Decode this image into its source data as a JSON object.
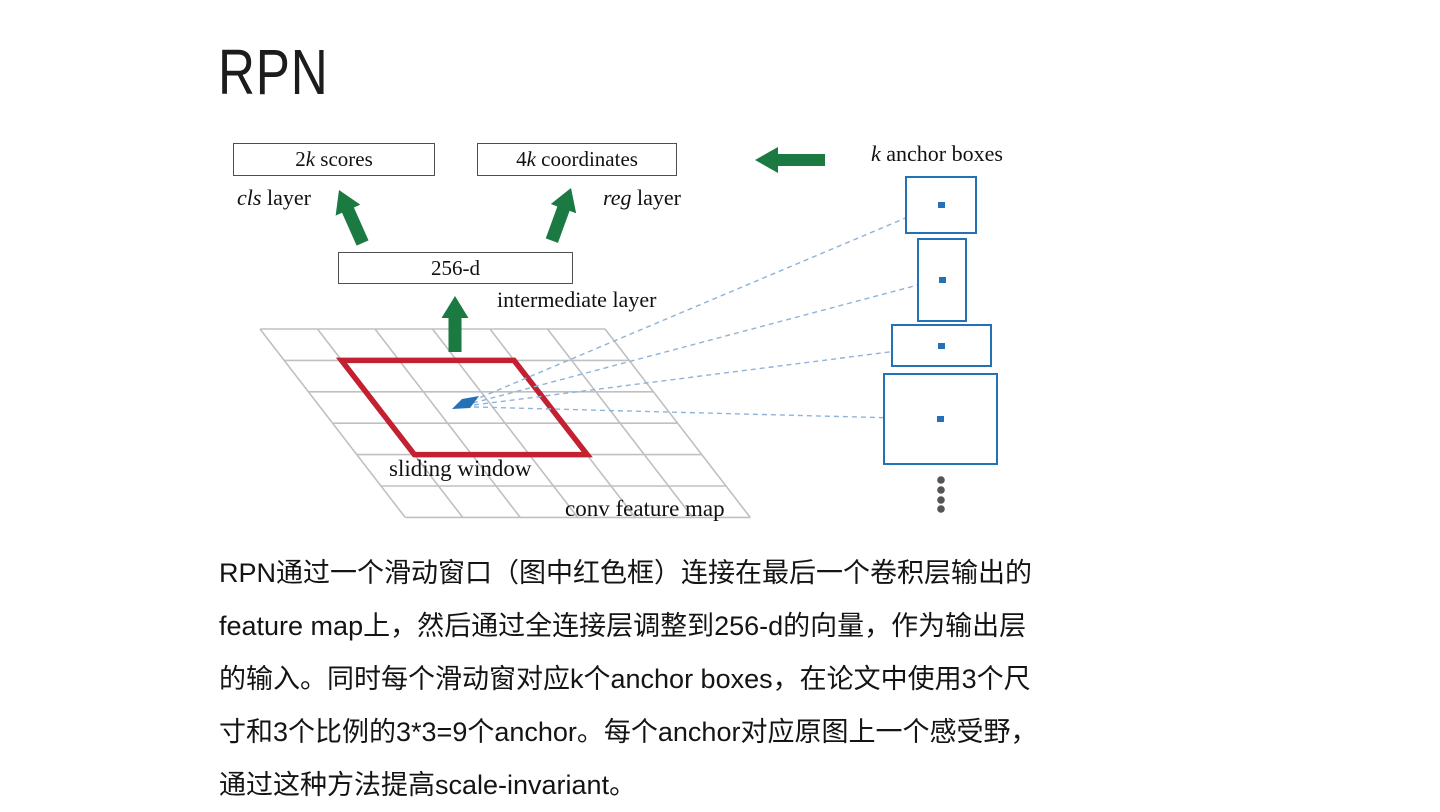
{
  "title": "RPN",
  "colors": {
    "green": "#1a7a42",
    "red": "#c32031",
    "blue": "#2272b5",
    "blue_light": "#8fb3d9",
    "grid": "#c0c0c0",
    "border": "#4f4f4f",
    "ink": "#1c1c1c",
    "dots": "#555555"
  },
  "diagram": {
    "scores_box": {
      "prefix": "2",
      "it": "k",
      "rest": " scores"
    },
    "coordinates_box": {
      "prefix": "4",
      "it": "k",
      "rest": " coordinates"
    },
    "d256_box": "256-d",
    "cls_label": {
      "it": "cls",
      "rest": " layer"
    },
    "reg_label": {
      "it": "reg",
      "rest": " layer"
    },
    "intermediate_label": "intermediate layer",
    "sliding_window_label": "sliding window",
    "conv_feature_map_label": "conv feature map",
    "anchor_label": {
      "it": "k",
      "rest": " anchor boxes"
    }
  },
  "paragraph": {
    "lines": [
      "RPN通过一个滑动窗口（图中红色框）连接在最后一个卷积层输出的",
      "feature map上，然后通过全连接层调整到256-d的向量，作为输出层",
      "的输入。同时每个滑动窗对应k个anchor boxes，在论文中使用3个尺",
      "寸和3个比例的3*3=9个anchor。每个anchor对应原图上一个感受野，",
      "通过这种方法提高scale-invariant。"
    ]
  }
}
